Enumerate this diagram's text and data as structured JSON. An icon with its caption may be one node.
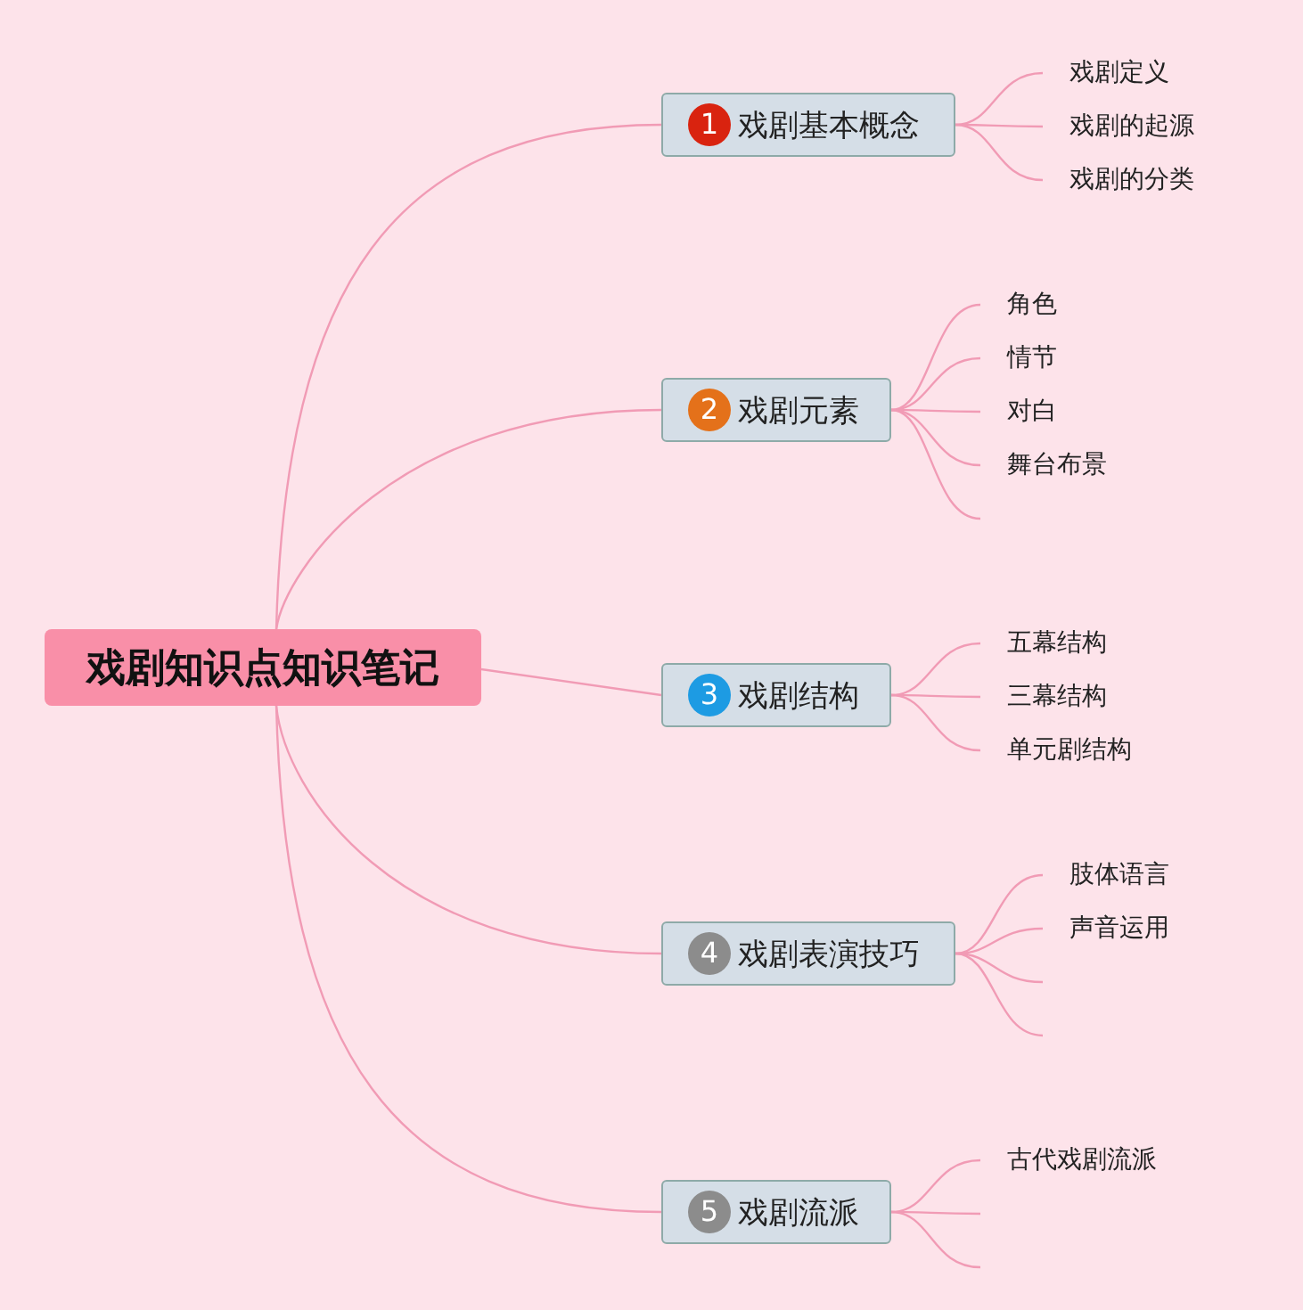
{
  "diagram": {
    "nodes": [
      {
        "text": [
          "戏剧知识点知识笔记"
        ]
      },
      {
        "text": [
          "1",
          "戏剧基本概念"
        ]
      },
      {
        "text": [
          "戏剧定义"
        ]
      },
      {
        "text": [
          "戏剧的起源"
        ]
      },
      {
        "text": [
          "戏剧的分类"
        ]
      },
      {
        "text": [
          "2",
          "戏剧元素"
        ]
      },
      {
        "text": [
          "角色"
        ]
      },
      {
        "text": [
          "情节"
        ]
      },
      {
        "text": [
          "对白"
        ]
      },
      {
        "text": [
          "舞台布景"
        ]
      },
      {
        "text": [
          "3",
          "戏剧结构"
        ]
      },
      {
        "text": [
          "五幕结构"
        ]
      },
      {
        "text": [
          "三幕结构"
        ]
      },
      {
        "text": [
          "单元剧结构"
        ]
      },
      {
        "text": [
          "4",
          "戏剧表演技巧"
        ]
      },
      {
        "text": [
          "肢体语言"
        ]
      },
      {
        "text": [
          "声音运用"
        ]
      },
      {
        "text": [
          "5",
          "戏剧流派"
        ]
      },
      {
        "text": [
          "古代戏剧流派"
        ]
      }
    ],
    "edges": [
      {
        "from": 0,
        "to": 1,
        "arrow": "none"
      },
      {
        "from": 0,
        "to": 5,
        "arrow": "none"
      },
      {
        "from": 0,
        "to": 10,
        "arrow": "none"
      },
      {
        "from": 0,
        "to": 14,
        "arrow": "none"
      },
      {
        "from": 0,
        "to": 17,
        "arrow": "none"
      },
      {
        "from": 1,
        "to": 2,
        "arrow": "none"
      },
      {
        "from": 1,
        "to": 3,
        "arrow": "none"
      },
      {
        "from": 1,
        "to": 4,
        "arrow": "none"
      },
      {
        "from": 5,
        "to": 6,
        "arrow": "none"
      },
      {
        "from": 5,
        "to": 7,
        "arrow": "none"
      },
      {
        "from": 5,
        "to": 8,
        "arrow": "none"
      },
      {
        "from": 5,
        "to": 9,
        "arrow": "none"
      },
      {
        "from": 5,
        "to": null,
        "arrow": "none"
      },
      {
        "from": 10,
        "to": 11,
        "arrow": "none"
      },
      {
        "from": 10,
        "to": 12,
        "arrow": "none"
      },
      {
        "from": 10,
        "to": 13,
        "arrow": "none"
      },
      {
        "from": 14,
        "to": 15,
        "arrow": "none"
      },
      {
        "from": 14,
        "to": 16,
        "arrow": "none"
      },
      {
        "from": 14,
        "to": null,
        "arrow": "none"
      },
      {
        "from": 14,
        "to": null,
        "arrow": "none"
      },
      {
        "from": 17,
        "to": 18,
        "arrow": "none"
      },
      {
        "from": 17,
        "to": null,
        "arrow": "none"
      },
      {
        "from": 17,
        "to": null,
        "arrow": "none"
      }
    ]
  }
}
